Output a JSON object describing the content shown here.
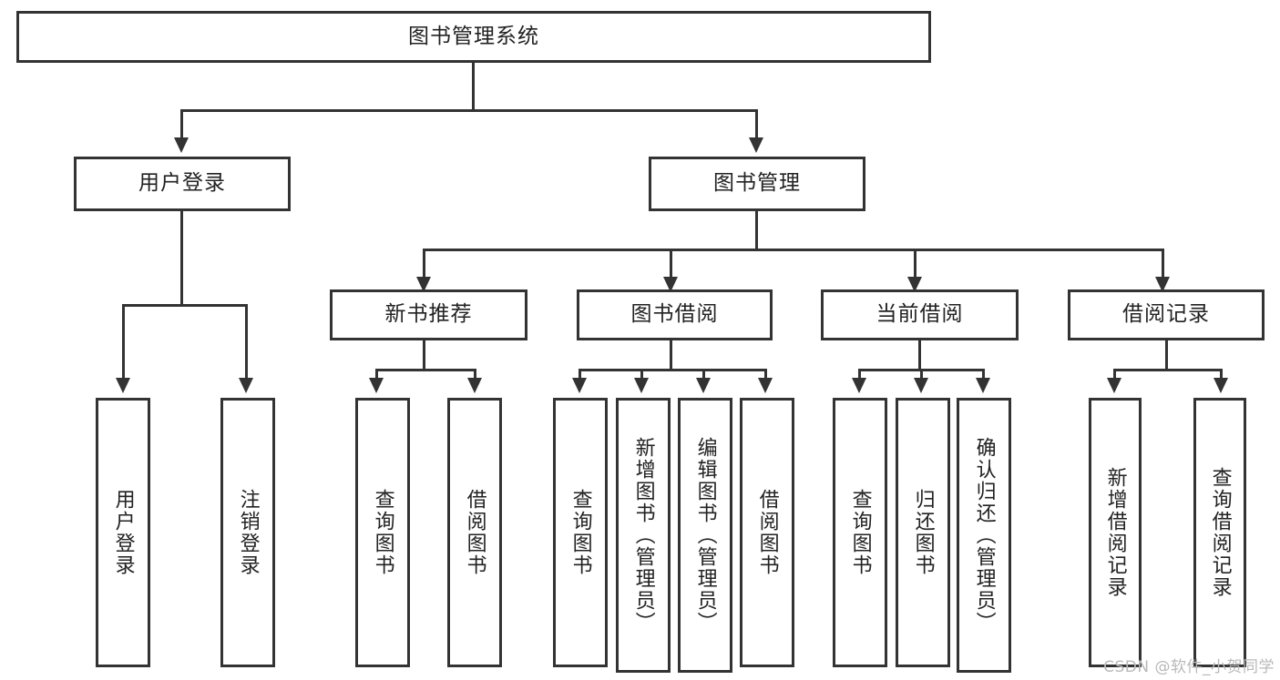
{
  "diagram": {
    "title": "图书管理系统",
    "type": "tree-hierarchy",
    "root": {
      "label": "图书管理系统"
    },
    "level2": [
      {
        "label": "用户登录"
      },
      {
        "label": "图书管理"
      }
    ],
    "level3": [
      {
        "label": "新书推荐"
      },
      {
        "label": "图书借阅"
      },
      {
        "label": "当前借阅"
      },
      {
        "label": "借阅记录"
      }
    ],
    "leaves": {
      "user_login": [
        {
          "label": "用户登录"
        },
        {
          "label": "注销登录"
        }
      ],
      "new_book_recommend": [
        {
          "label": "查询图书"
        },
        {
          "label": "借阅图书"
        }
      ],
      "book_borrow": [
        {
          "label": "查询图书"
        },
        {
          "label": "新增图书（管理员）"
        },
        {
          "label": "编辑图书（管理员）"
        },
        {
          "label": "借阅图书"
        }
      ],
      "current_borrow": [
        {
          "label": "查询图书"
        },
        {
          "label": "归还图书"
        },
        {
          "label": "确认归还（管理员）"
        }
      ],
      "borrow_record": [
        {
          "label": "新增借阅记录"
        },
        {
          "label": "查询借阅记录"
        }
      ]
    }
  },
  "watermark": {
    "text": "CSDN @软件_小贺同学"
  },
  "colors": {
    "stroke": "#333333",
    "fill": "#ffffff",
    "text": "#222222",
    "watermark": "#b9b9b9"
  }
}
